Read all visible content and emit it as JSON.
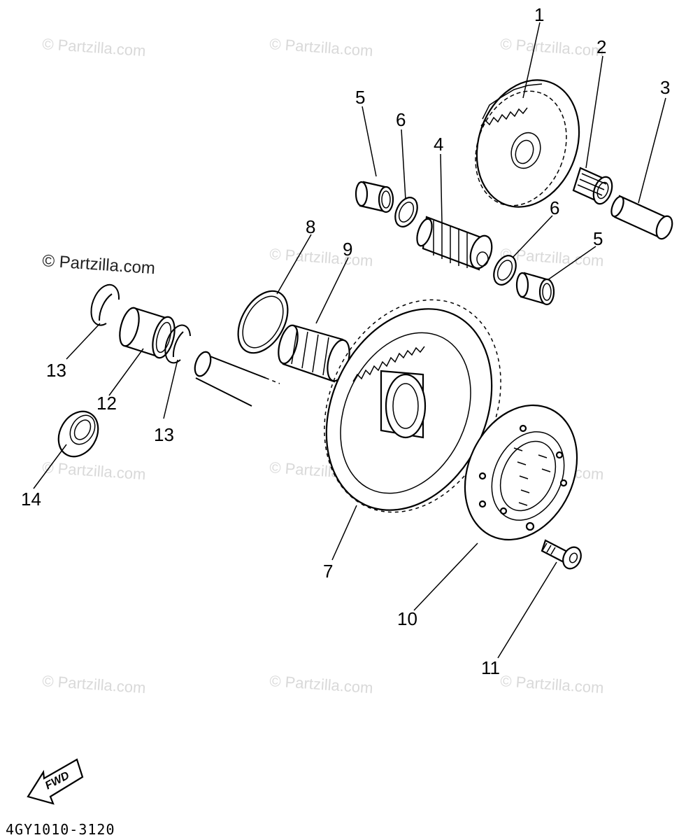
{
  "watermark": "© Partzilla.com",
  "diagram_code": "4GY1010-3120",
  "fwd_label": "FWD",
  "callouts": [
    "1",
    "2",
    "3",
    "4",
    "5",
    "6",
    "6",
    "5",
    "8",
    "9",
    "13",
    "12",
    "13",
    "14",
    "7",
    "10",
    "11"
  ]
}
